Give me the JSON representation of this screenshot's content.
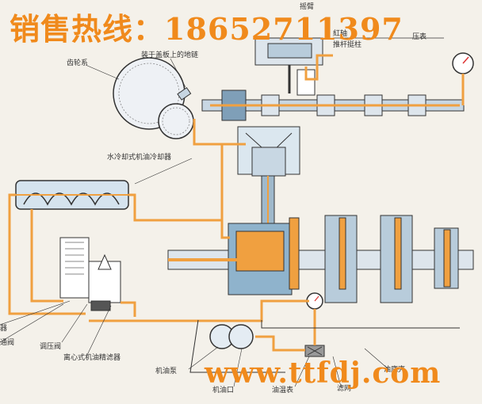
{
  "watermark": {
    "hotline": "销售热线：18652711397",
    "website": "www.ttfdj.com"
  },
  "labels": {
    "gear_train": "齿轮系",
    "rocker_arm": "摇臂",
    "rocker_shaft": "紅轴",
    "pushrod": "推杆挺柱",
    "pressure_gauge_top": "压表",
    "drywall_pipe": "装于盖板上的地链",
    "cooler": "水冷却式机油冷却器",
    "filter_element_left": "器",
    "bypass_valve": "通阀",
    "pressure_regulating_valve": "调压阀",
    "centrifugal_filter": "离心式机油精滤器",
    "oil_pump": "机油泵",
    "oil_inlet": "机油口",
    "oil_temp_sensor": "油温表",
    "oil_strainer": "滤网",
    "oil_pan": "油底壳"
  },
  "colors": {
    "oil_line": "#f0a040",
    "oil_line_dark": "#e07a1a",
    "engine_blue": "#8fb3cc",
    "engine_dark": "#4a6f8a",
    "watermark": "#f08a1c"
  }
}
